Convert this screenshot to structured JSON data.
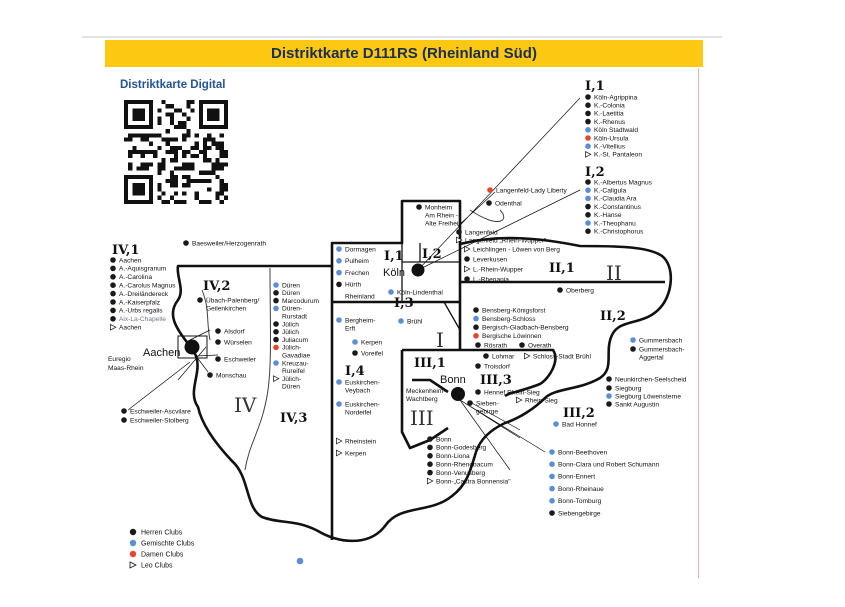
{
  "title": "Distriktkarte D111RS (Rheinland Süd)",
  "digital_label": "Distriktkarte Digital",
  "colors": {
    "herren": "#1a1a1a",
    "gemischt": "#5b8fd1",
    "damen": "#e5452c",
    "banner": "#fcc812",
    "title_text": "#1b2f55"
  },
  "cities": {
    "koeln": "Köln",
    "bonn": "Bonn",
    "aachen": "Aachen"
  },
  "district_numerals": {
    "I": "I",
    "II": "II",
    "III": "III",
    "IV": "IV"
  },
  "subdistrict_numerals": {
    "I_1_map": "I,1",
    "I_2_map": "I,2",
    "I_3_map": "I,3",
    "I_4_map": "I,4",
    "II_1_map": "II,1",
    "II_2_map": "II,2",
    "III_1_map": "III,1",
    "III_2_map": "III,2",
    "III_3_map": "III,3",
    "IV_1": "IV,1",
    "IV_2": "IV,2",
    "IV_3": "IV,3",
    "I_1_list": "I,1",
    "I_2_list": "I,2"
  },
  "clubs": {
    "i1_list": [
      {
        "name": "Köln-Agrippina",
        "type": "herren"
      },
      {
        "name": "K.-Colonia",
        "type": "herren"
      },
      {
        "name": "K.-Laetitia",
        "type": "herren"
      },
      {
        "name": "K.-Rhenus",
        "type": "herren"
      },
      {
        "name": "Köln Stadtwald",
        "type": "gemischt"
      },
      {
        "name": "Köln-Ursula",
        "type": "damen"
      },
      {
        "name": "K.-Vitellius",
        "type": "gemischt"
      },
      {
        "name": "K.-St. Pantaleon",
        "type": "leo"
      }
    ],
    "i2_list": [
      {
        "name": "K.-Albertus Magnus",
        "type": "herren"
      },
      {
        "name": "K.-Caligula",
        "type": "gemischt"
      },
      {
        "name": "K.-Claudia Ara",
        "type": "gemischt"
      },
      {
        "name": "K.-Constantinus",
        "type": "herren"
      },
      {
        "name": "K.-Hanse",
        "type": "herren"
      },
      {
        "name": "K.-Theophanu",
        "type": "gemischt"
      },
      {
        "name": "K.-Christophorus",
        "type": "herren"
      }
    ],
    "iv1_list": [
      {
        "name": "Aachen",
        "type": "herren"
      },
      {
        "name": "A.-Aquisgranum",
        "type": "herren"
      },
      {
        "name": "A.-Carolina",
        "type": "herren"
      },
      {
        "name": "A.-Carolus Magnus",
        "type": "herren"
      },
      {
        "name": "A.-Dreiländereck",
        "type": "herren"
      },
      {
        "name": "A.-Kaiserpfalz",
        "type": "herren"
      },
      {
        "name": "A.-Urbs regalis",
        "type": "herren"
      },
      {
        "name": "Aix-La-Chapelle",
        "type": "herren",
        "faint": true
      },
      {
        "name": "Aachen",
        "type": "leo"
      }
    ],
    "baesweiler": "Baesweiler/Herzogenrath",
    "uebach": [
      "Übach-Palenberg/",
      "Geilenkirchen"
    ],
    "alsdorf": "Alsdorf",
    "wuerselen": "Würselen",
    "eschweiler": "Eschweiler",
    "monschau": "Monschau",
    "euregio": [
      "Euregio",
      "Maas-Rhein"
    ],
    "eschweiler_asc": "Eschweiler-Ascvilare",
    "eschweiler_stol": "Eschweiler-Stolberg",
    "dueren_list": [
      {
        "name": "Düren",
        "type": "gemischt"
      },
      {
        "name": "Düren",
        "type": "herren"
      },
      {
        "name": "Marcodurum",
        "type": "herren"
      },
      {
        "name": "Düren-",
        "type": "gemischt"
      },
      {
        "name": "Rurstadt",
        "type": "none"
      },
      {
        "name": "Jülich",
        "type": "herren"
      },
      {
        "name": "Jülich",
        "type": "herren"
      },
      {
        "name": "Juliacum",
        "type": "herren"
      },
      {
        "name": "Jülich-",
        "type": "damen"
      },
      {
        "name": "Gavadiae",
        "type": "none"
      },
      {
        "name": "Kreuzau-",
        "type": "gemischt"
      },
      {
        "name": "Rureifel",
        "type": "none"
      },
      {
        "name": "Jülich-",
        "type": "leo"
      },
      {
        "name": "Düren",
        "type": "none"
      }
    ],
    "west_koeln_list": [
      {
        "name": "Dormagen",
        "type": "gemischt"
      },
      {
        "name": "Pulheim",
        "type": "gemischt"
      },
      {
        "name": "Frechen",
        "type": "gemischt"
      },
      {
        "name": "Hürth",
        "type": "herren"
      },
      {
        "name": "Rheinland",
        "type": "none"
      }
    ],
    "lindenthal": "Köln-Lindenthal",
    "bergheim": [
      "Bergheim-",
      "Erft"
    ],
    "bruehl": "Brühl",
    "kerpen": "Kerpen",
    "voreifel": "Voreifel",
    "euskirchen_veybach": [
      "Euskirchen-",
      "Veybach"
    ],
    "euskirchen_nordeifel": [
      "Euskirchen-",
      "Nordeifel"
    ],
    "rheinstein": "Rheinstein",
    "kerpen_leo": "Kerpen",
    "monheim": [
      "Monheim",
      "Am Rhein -",
      "Alte Freiheit"
    ],
    "langenfeld_lady": "Langenfeld-Lady Liberty",
    "odenthal": "Odenthal",
    "langenfeld": "Langenfeld",
    "langenfeld_leo": "Langenfeld „Rhein-Wupper\"",
    "leichlingen": "Leichlingen - Löwen von Berg",
    "leverkusen": "Leverkusen",
    "l_rhein_wupper": "L.-Rhein-Wupper",
    "l_rhenania": "L.-Rhenania",
    "oberberg": "Oberberg",
    "gummersbach": "Gummersbach",
    "gummersbach_aggertal": [
      "Gummersbach-",
      "Aggertal"
    ],
    "ii_list": [
      {
        "name": "Bensberg-Königsforst",
        "type": "herren"
      },
      {
        "name": "Bensberg-Schloss",
        "type": "gemischt"
      },
      {
        "name": "Bergisch-Gladbach-Bensberg",
        "type": "herren"
      },
      {
        "name": "Bergische Löwinnen",
        "type": "damen"
      }
    ],
    "roesrath": "Rösrath",
    "overath": "Overath",
    "lohmar": "Lohmar",
    "schloss_bruehl": "Schloss-Stadt Brühl",
    "troisdorf": "Troisdorf",
    "meckenheim": [
      "Meckenheim-",
      "Wachtberg"
    ],
    "hennef": "Hennef Rhein-Sieg",
    "rhein_sieg": "Rhein-Sieg",
    "siebengebirge_map": [
      "Sieben-",
      "gebirge"
    ],
    "neunkirchen": "Neunkirchen-Seelscheid",
    "siegburg": "Siegburg",
    "siegburg_loew": "Siegburg Löwensterne",
    "sankt_augustin": "Sankt Augustin",
    "bad_honnef": "Bad Honnef",
    "bonn_left": [
      {
        "name": "Bonn",
        "type": "herren"
      },
      {
        "name": "Bonn-Godesberg",
        "type": "herren"
      },
      {
        "name": "Bonn-Liona",
        "type": "herren"
      },
      {
        "name": "Bonn-Rhenobacum",
        "type": "herren"
      },
      {
        "name": "Bonn-Venusberg",
        "type": "herren"
      },
      {
        "name": "Bonn-„Castra Bonnensia\"",
        "type": "leo"
      }
    ],
    "bonn_right": [
      {
        "name": "Bonn-Beethoven",
        "type": "gemischt"
      },
      {
        "name": "Bonn-Clara und Robert Schumann",
        "type": "gemischt"
      },
      {
        "name": "Bonn-Ennert",
        "type": "gemischt"
      },
      {
        "name": "Bonn-Rheinaue",
        "type": "gemischt"
      },
      {
        "name": "Bonn-Tomburg",
        "type": "gemischt"
      },
      {
        "name": "Siebengebirge",
        "type": "herren"
      }
    ]
  },
  "legend": [
    {
      "label": "Herren Clubs",
      "type": "herren"
    },
    {
      "label": "Gemischte Clubs",
      "type": "gemischt"
    },
    {
      "label": "Damen Clubs",
      "type": "damen"
    },
    {
      "label": "Leo Clubs",
      "type": "leo"
    }
  ]
}
